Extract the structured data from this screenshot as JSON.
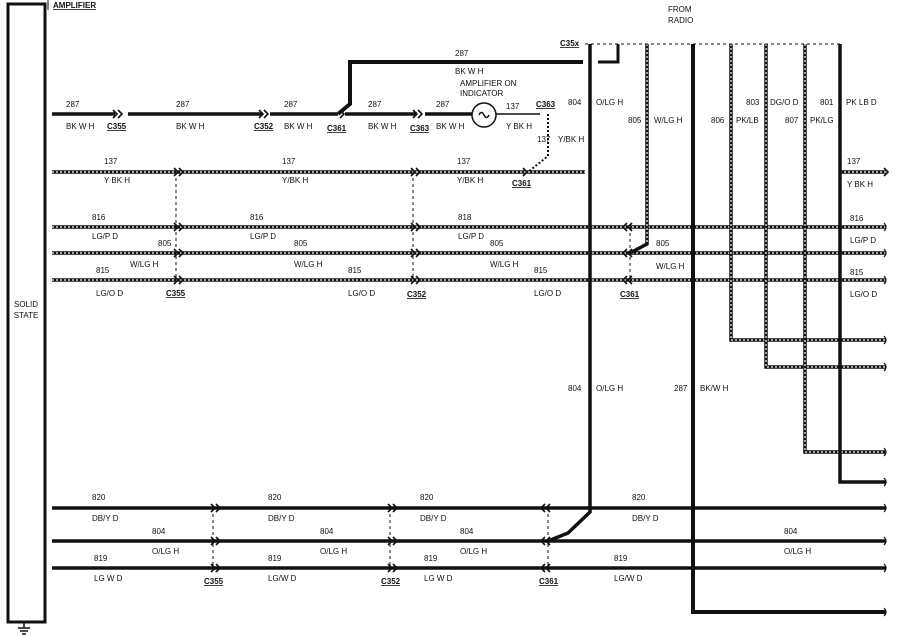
{
  "header": {
    "amplifier_label": "AMPLIFIER",
    "from_radio": [
      "FROM",
      "RADIO"
    ]
  },
  "module": {
    "name_lines": [
      "SOLID",
      "STATE"
    ]
  },
  "indicator": {
    "lines": [
      "AMPLIFIER ON",
      "INDICATOR"
    ]
  },
  "connectors": {
    "c355": "C355",
    "c352": "C352",
    "c361": "C361",
    "c363": "C363",
    "c35x": "C35x"
  },
  "wires": {
    "w287": {
      "circuit": "287",
      "color": "BK/W H",
      "color_alt": "BK W H"
    },
    "w137": {
      "circuit": "137",
      "color": "Y/BK H",
      "color_alt": "Y BK H"
    },
    "w816": {
      "circuit": "816",
      "color": "LG/P D"
    },
    "w818": {
      "circuit": "818"
    },
    "w805": {
      "circuit": "805",
      "color": "W/LG H"
    },
    "w815": {
      "circuit": "815",
      "color": "LG/O D"
    },
    "w820": {
      "circuit": "820",
      "color": "DB/Y D"
    },
    "w804": {
      "circuit": "804",
      "color": "O/LG H"
    },
    "w819": {
      "circuit": "819",
      "color": "LG/W D",
      "color_alt": "LG W D"
    },
    "w803": {
      "circuit": "803",
      "color": "DG/O D"
    },
    "w806": {
      "circuit": "806",
      "color": "PK/LB"
    },
    "w807": {
      "circuit": "807",
      "color": "PK/LG"
    },
    "w801": {
      "circuit": "801",
      "color": "PK LB D"
    }
  }
}
